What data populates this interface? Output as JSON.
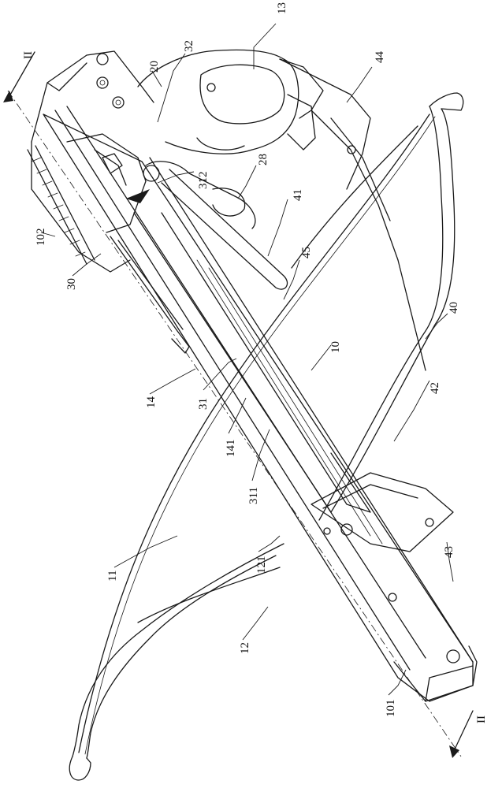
{
  "figure": {
    "reference_labels": [
      "13",
      "44",
      "20",
      "32",
      "28",
      "312",
      "41",
      "102",
      "45",
      "30",
      "40",
      "10",
      "14",
      "31",
      "42",
      "141",
      "311",
      "11",
      "121",
      "43",
      "12",
      "101"
    ],
    "section_marks": [
      "II",
      "II"
    ]
  }
}
